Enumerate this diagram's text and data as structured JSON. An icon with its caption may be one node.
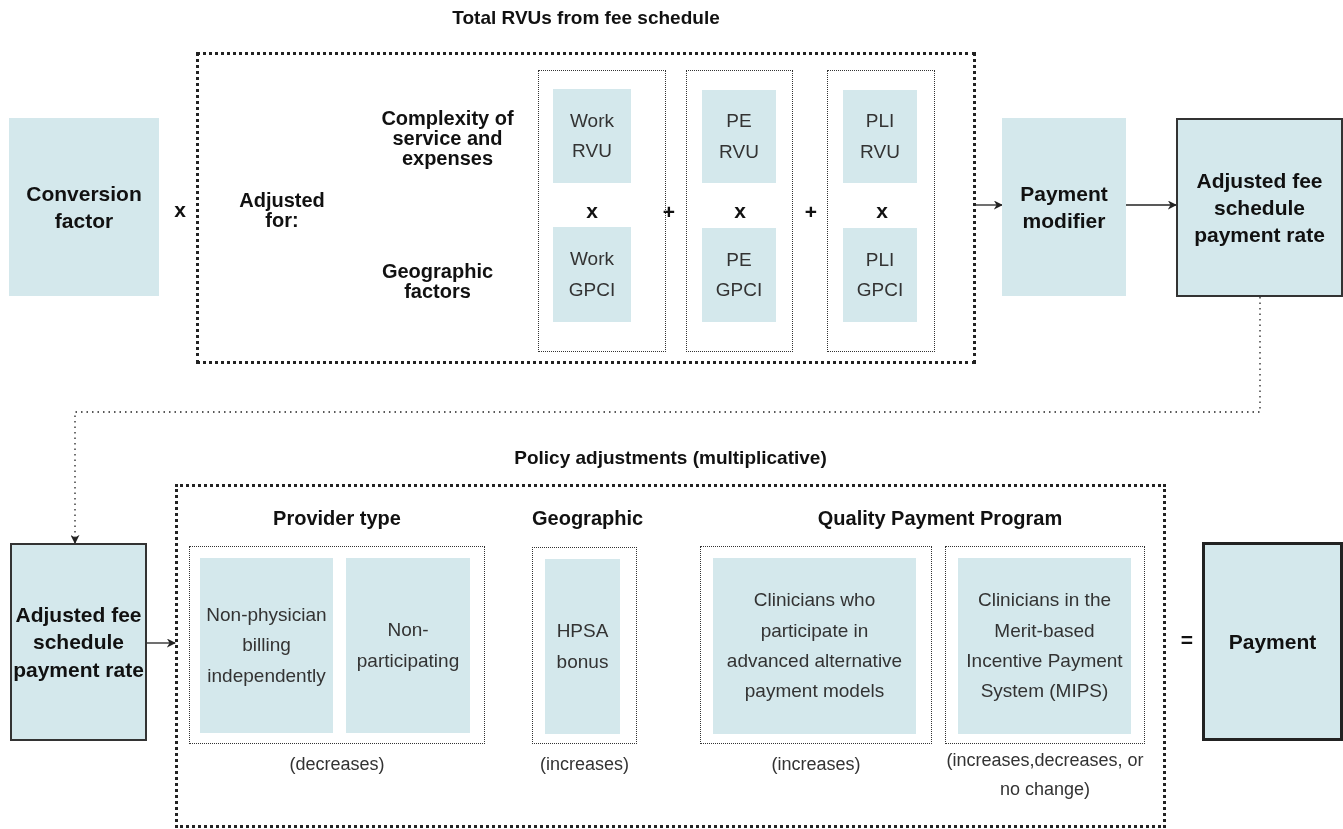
{
  "diagram": {
    "nodes": [
      {
        "text": [
          "Conversion factor"
        ]
      },
      {
        "text": [
          "Total RVUs from fee schedule",
          "Adjusted for:",
          "Complexity of service and expenses",
          "Geographic factors"
        ]
      },
      {
        "text": [],
        "shape": "box",
        "in": 1
      },
      {
        "text": [
          "Work RVU"
        ],
        "in": 2
      },
      {
        "text": [
          "Work GPCI"
        ],
        "in": 2
      },
      {
        "text": [],
        "shape": "box",
        "in": 1
      },
      {
        "text": [
          "PE RVU"
        ],
        "in": 5
      },
      {
        "text": [
          "PE GPCI"
        ],
        "in": 5
      },
      {
        "text": [],
        "shape": "box",
        "in": 1
      },
      {
        "text": [
          "PLI RVU"
        ],
        "in": 8
      },
      {
        "text": [
          "PLI GPCI"
        ],
        "in": 8
      },
      {
        "text": [
          "Payment modifier"
        ]
      },
      {
        "text": [
          "Adjusted fee schedule payment rate"
        ]
      },
      {
        "text": [
          "Adjusted fee schedule payment rate"
        ]
      },
      {
        "text": [
          "Policy adjustments (multiplicative)"
        ]
      },
      {
        "text": [
          "Provider type"
        ],
        "beside": [
          "(decreases)"
        ],
        "in": 14
      },
      {
        "text": [
          "Non-physician billing independently"
        ],
        "in": 15
      },
      {
        "text": [
          "Non-participating"
        ],
        "in": 15
      },
      {
        "text": [
          "Geographic"
        ],
        "beside": [
          "(increases)"
        ],
        "in": 14
      },
      {
        "text": [
          "HPSA bonus"
        ],
        "in": 18
      },
      {
        "text": [],
        "shape": "box",
        "beside": [
          "(increases)"
        ],
        "in": 14
      },
      {
        "text": [
          "Clinicians who participate in advanced alternative payment models"
        ],
        "in": 20
      },
      {
        "text": [],
        "shape": "box",
        "beside": [
          "(increases,decreases, or no change)"
        ],
        "in": 14
      },
      {
        "text": [
          "Clinicians in the Merit-based Incentive Payment System (MIPS)"
        ],
        "in": 22
      },
      {
        "text": [
          "Payment"
        ]
      }
    ],
    "edges": [
      {
        "from": 1,
        "to": 11,
        "arrow": "to"
      },
      {
        "from": 11,
        "to": 12,
        "arrow": "to"
      },
      {
        "from": 12,
        "to": 13,
        "arrow": "to",
        "style": "dashed"
      },
      {
        "from": 13,
        "to": 14,
        "arrow": "to"
      }
    ],
    "labels": [
      "x",
      "x",
      "+",
      "x",
      "+",
      "x",
      "Quality Payment Program",
      "="
    ]
  }
}
